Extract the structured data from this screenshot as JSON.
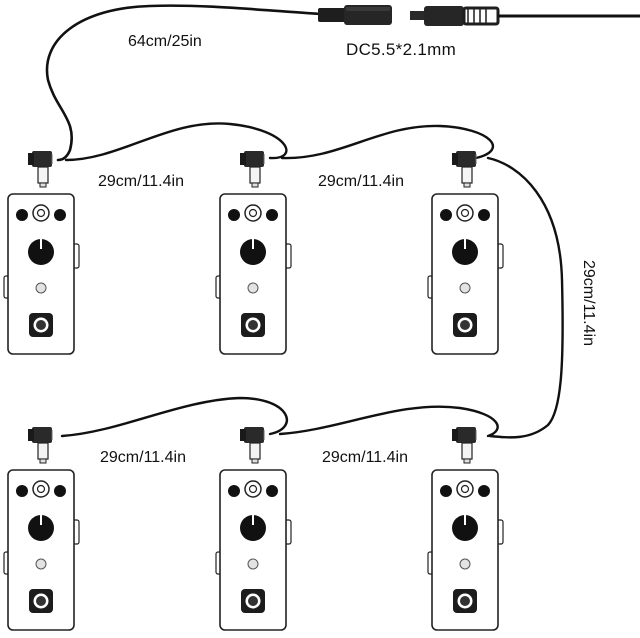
{
  "labels": {
    "main_cable_length": "64cm/25in",
    "connector_spec": "DC5.5*2.1mm",
    "link_1_2": "29cm/11.4in",
    "link_2_3": "29cm/11.4in",
    "link_3_6": "29cm/11.4in",
    "link_4_5": "29cm/11.4in",
    "link_5_6": "29cm/11.4in"
  },
  "pedals": [
    {
      "id": "pedal-1"
    },
    {
      "id": "pedal-2"
    },
    {
      "id": "pedal-3"
    },
    {
      "id": "pedal-4"
    },
    {
      "id": "pedal-5"
    },
    {
      "id": "pedal-6"
    }
  ],
  "colors": {
    "cable": "#111111",
    "plug_body": "#222222",
    "pedal_outline": "#222222",
    "knob": "#111111",
    "led": "#d9d9d9"
  }
}
